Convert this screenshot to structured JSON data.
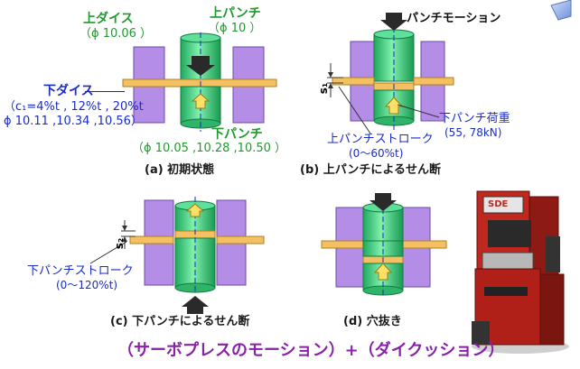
{
  "panel_a": {
    "upper_die_label": "上ダイス",
    "upper_die_dim": "（ϕ 10.06 ）",
    "upper_punch_label": "上パンチ",
    "upper_punch_dim": "（ϕ 10 ）",
    "lower_die_label": "下ダイス",
    "lower_die_clearance": "（c₁=4%t , 12%t , 20%t",
    "lower_die_dims": "ϕ 10.11 ,10.34 ,10.56）",
    "lower_punch_label": "下パンチ",
    "lower_punch_dims": "（ϕ 10.05 ,10.28 ,10.50 ）",
    "caption": "(a) 初期状態"
  },
  "panel_b": {
    "motion_label": "パンチモーション",
    "s1_label": "s₁",
    "lower_punch_load_label": "下パンチ荷重",
    "lower_punch_load_values": "(55, 78kN)",
    "upper_stroke_label": "上パンチストローク",
    "upper_stroke_range": "(0～60%t)",
    "caption": "(b) 上パンチによるせん断"
  },
  "panel_c": {
    "s2_label": "s₂",
    "lower_stroke_label": "下パンチストローク",
    "lower_stroke_range": "(0～120%t)",
    "caption": "(c) 下パンチによるせん断"
  },
  "panel_d": {
    "caption": "(d) 穴抜き"
  },
  "press_badge": "SDE",
  "footer": "（サーボプレスのモーション）+（ダイクッション）",
  "colors": {
    "die": "#b48ee6",
    "punch": "#3cc87a",
    "sheet": "#f3c062",
    "arrow": "#333333",
    "caption_accent": "#8a1fa8",
    "label_blue": "#1a2cc8",
    "label_green": "#1f9a2e"
  }
}
